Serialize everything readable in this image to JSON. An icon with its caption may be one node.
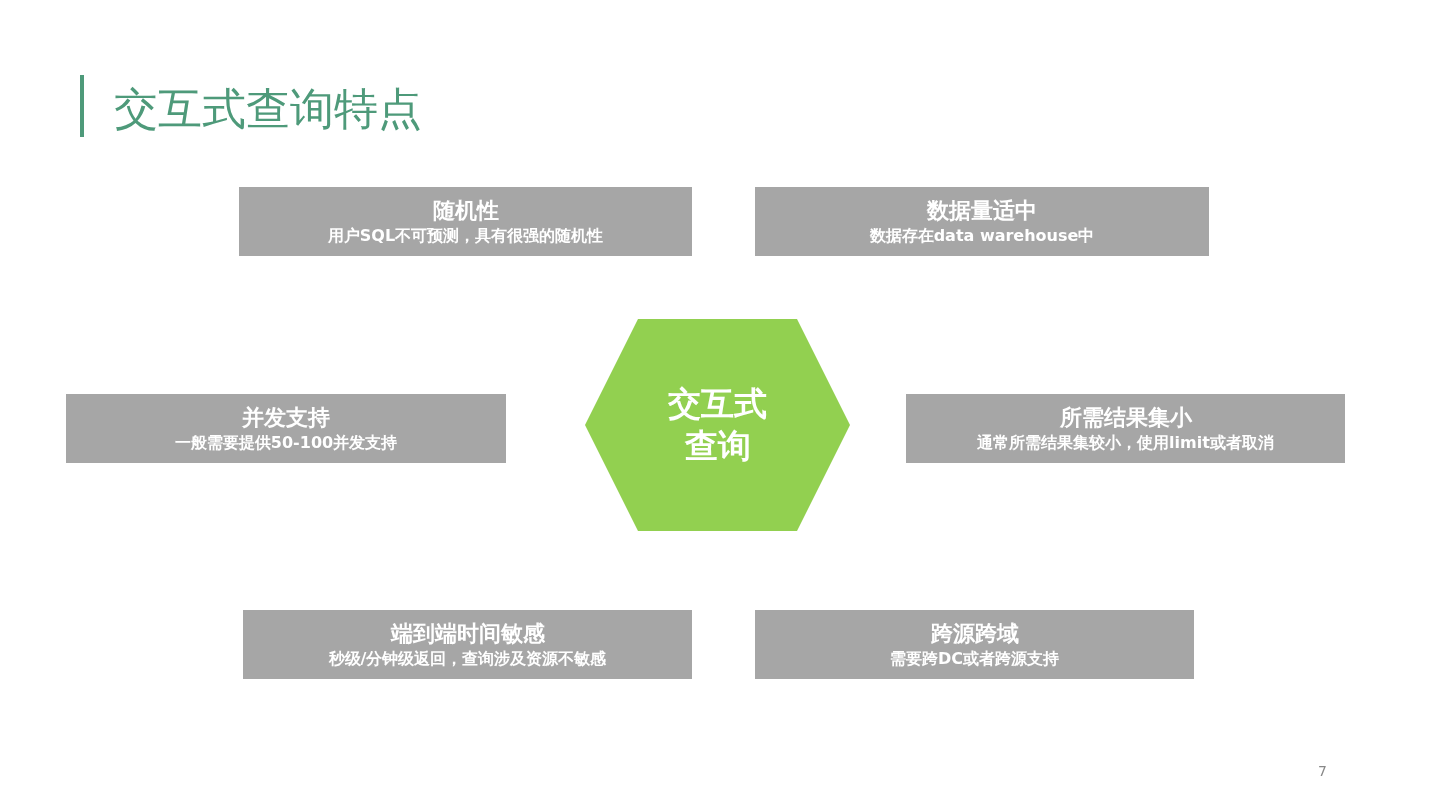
{
  "diagram": {
    "title": "交互式查询特点",
    "nodes": [
      {
        "text": [
          "随机性",
          "用户SQL不可预测，具有很强的随机性"
        ]
      },
      {
        "text": [
          "数据量适中",
          "数据存在data warehouse中"
        ]
      },
      {
        "text": [
          "并发支持",
          "一般需要提供50-100并发支持"
        ]
      },
      {
        "text": [
          "交互式查询"
        ]
      },
      {
        "text": [
          "所需结果集小",
          "通常所需结果集较小，使用limit或者取消"
        ]
      },
      {
        "text": [
          "端到端时间敏感",
          "秒级/分钟级返回，查询涉及资源不敏感"
        ]
      },
      {
        "text": [
          "跨源跨域",
          "需要跨DC或者跨源支持"
        ]
      }
    ],
    "labels": [
      "7"
    ]
  }
}
